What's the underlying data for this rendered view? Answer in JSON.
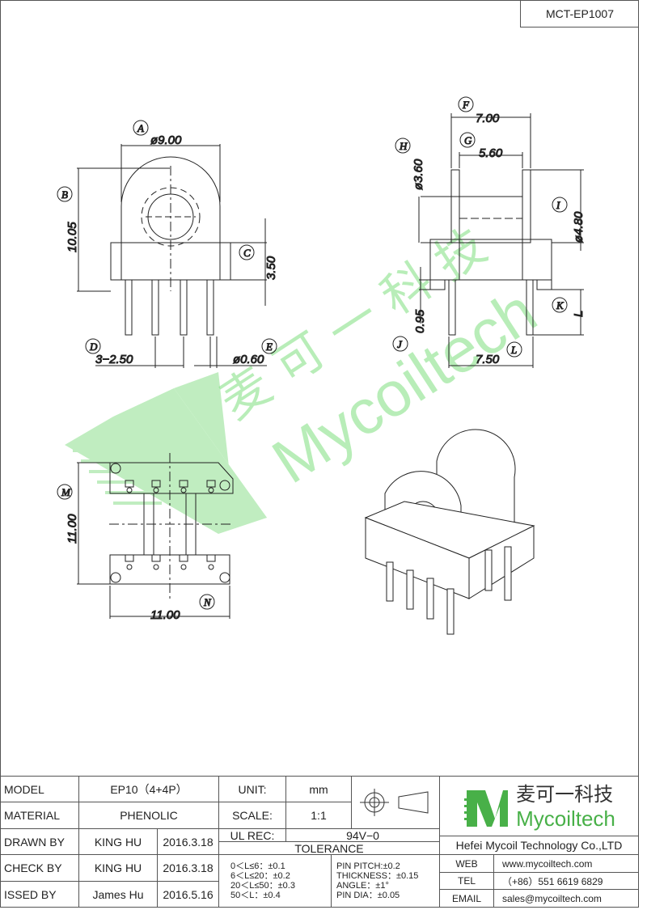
{
  "doc_number": "MCT-EP1007",
  "watermark": {
    "cn": "麦 可 一 科 技",
    "en": "Mycoiltech"
  },
  "dimensions": {
    "front": {
      "A": "A",
      "dia_a": "ø9.00",
      "B": "B",
      "height_b": "10.05",
      "C": "C",
      "height_c": "3.50",
      "D": "D",
      "pitch_d": "3−2.50",
      "E": "E",
      "pin_e": "ø0.60"
    },
    "side": {
      "F": "F",
      "width_f": "7.00",
      "G": "G",
      "width_g": "5.60",
      "H": "H",
      "dia_h": "ø3.60",
      "I": "I",
      "dia_i": "ø4.80",
      "J": "J",
      "height_j": "0.95",
      "K": "K",
      "len_k": "L",
      "L": "L",
      "width_l": "7.50"
    },
    "bottom": {
      "M": "M",
      "height_m": "11.00",
      "N": "N",
      "width_n": "11.00"
    }
  },
  "title_block": {
    "model_label": "MODEL",
    "model_value": "EP10（4+4P）",
    "material_label": "MATERIAL",
    "material_value": "PHENOLIC",
    "drawn_label": "DRAWN BY",
    "drawn_name": "KING HU",
    "drawn_date": "2016.3.18",
    "check_label": "CHECK BY",
    "check_name": "KING HU",
    "check_date": "2016.3.18",
    "issued_label": "ISSED BY",
    "issued_name": "James Hu",
    "issued_date": "2016.5.16",
    "unit_label": "UNIT:",
    "unit_value": "mm",
    "scale_label": "SCALE:",
    "scale_value": "1:1",
    "ul_label": "UL REC:",
    "ul_value": "94V−0",
    "tolerance_label": "TOLERANCE",
    "tol_lines": [
      "0＜L≤6：±0.1",
      "6＜L≤20：±0.2",
      "20＜L≤50：±0.3",
      "50＜L：±0.4"
    ],
    "tol_lines2": [
      "PIN PITCH:±0.2",
      "THICKNESS：±0.15",
      "ANGLE：±1°",
      "PIN DIA：±0.05"
    ],
    "logo_cn": "麦可一科技",
    "logo_en": "Mycoiltech",
    "company": "Hefei Mycoil Technology Co.,LTD",
    "web_label": "WEB",
    "web_value": "www.mycoiltech.com",
    "tel_label": "TEL",
    "tel_value": "（+86）551 6619 6829",
    "email_label": "EMAIL",
    "email_value": "sales@mycoiltech.com"
  }
}
